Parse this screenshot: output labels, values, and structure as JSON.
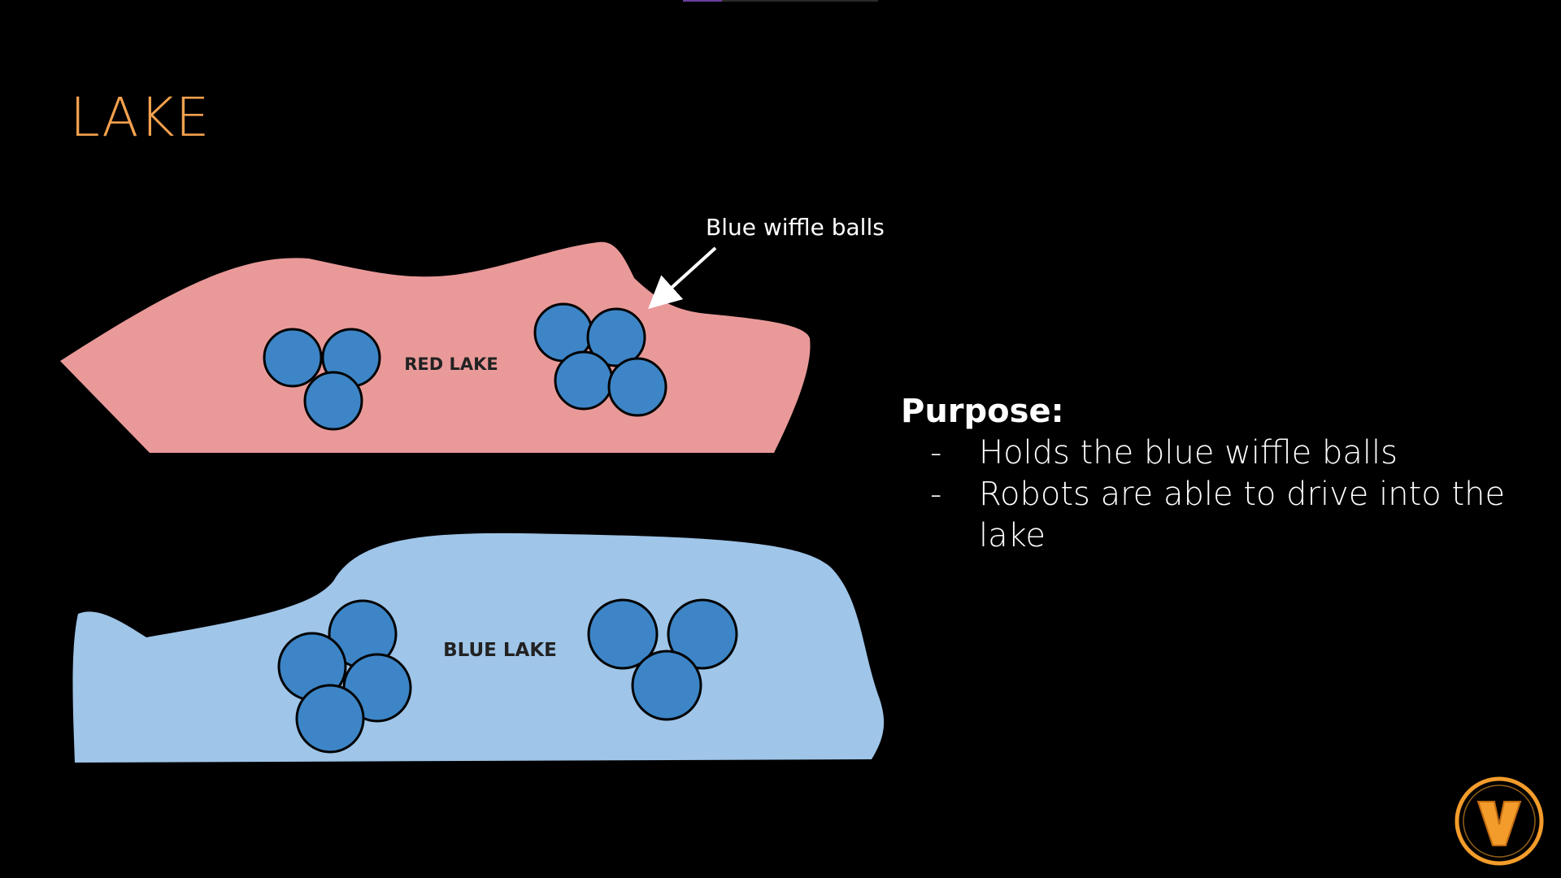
{
  "slide": {
    "title": "LAKE"
  },
  "diagram": {
    "red_lake_label": "RED LAKE",
    "blue_lake_label": "BLUE LAKE",
    "callout": "Blue wiffle balls"
  },
  "purpose": {
    "heading": "Purpose:",
    "items": [
      {
        "marker": "-",
        "text": "Holds the blue wiffle balls"
      },
      {
        "marker": "-",
        "text": "Robots are able to drive into the lake"
      }
    ]
  },
  "logo": {
    "letter": "V",
    "icon": "v-shield-logo-icon"
  },
  "colors": {
    "title": "#f4a14e",
    "red_lake": "#ea9999",
    "blue_lake": "#9fc5e8",
    "ball_fill": "#3d85c6",
    "logo_orange": "#f39c2b"
  }
}
